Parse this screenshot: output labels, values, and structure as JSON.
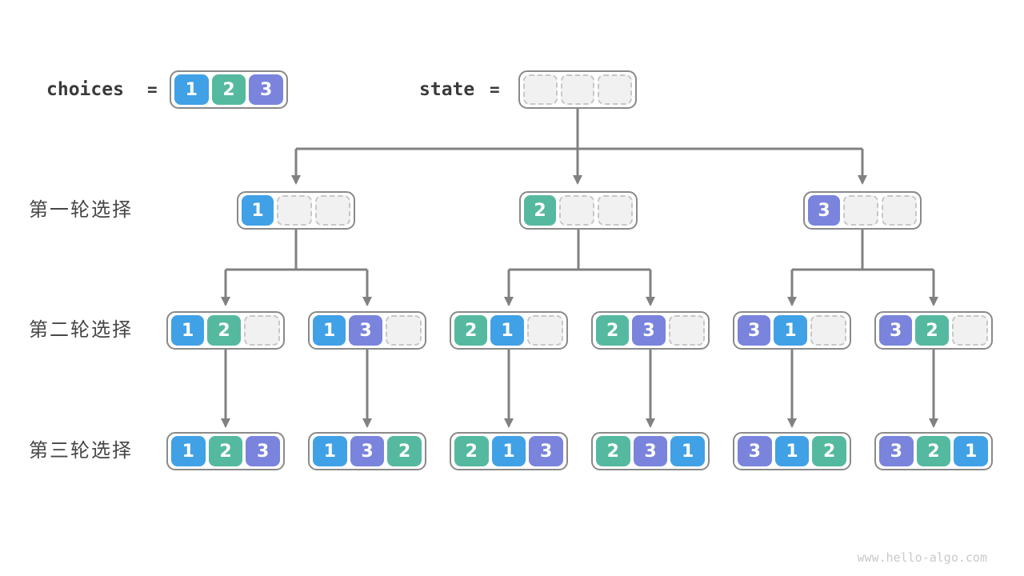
{
  "header": {
    "choices_label": "choices",
    "state_label": "state",
    "equals": "=",
    "choices_values": [
      1,
      2,
      3
    ],
    "state_slots": [
      null,
      null,
      null
    ]
  },
  "rounds": [
    {
      "label": "第一轮选择",
      "sequences": [
        [
          1,
          null,
          null
        ],
        [
          2,
          null,
          null
        ],
        [
          3,
          null,
          null
        ]
      ]
    },
    {
      "label": "第二轮选择",
      "sequences": [
        [
          1,
          2,
          null
        ],
        [
          1,
          3,
          null
        ],
        [
          2,
          1,
          null
        ],
        [
          2,
          3,
          null
        ],
        [
          3,
          1,
          null
        ],
        [
          3,
          2,
          null
        ]
      ]
    },
    {
      "label": "第三轮选择",
      "sequences": [
        [
          1,
          2,
          3
        ],
        [
          1,
          3,
          2
        ],
        [
          2,
          1,
          3
        ],
        [
          2,
          3,
          1
        ],
        [
          3,
          1,
          2
        ],
        [
          3,
          2,
          1
        ]
      ]
    }
  ],
  "colors": {
    "cell": {
      "1": "#41a1e6",
      "2": "#55b9a0",
      "3": "#7a84dc"
    },
    "empty_fill": "#f1f1f1",
    "empty_border": "#c7c7c7",
    "box_border": "#8a8a8a",
    "arrow": "#818181",
    "label_text": "#474747"
  },
  "watermark": "www.hello-algo.com"
}
